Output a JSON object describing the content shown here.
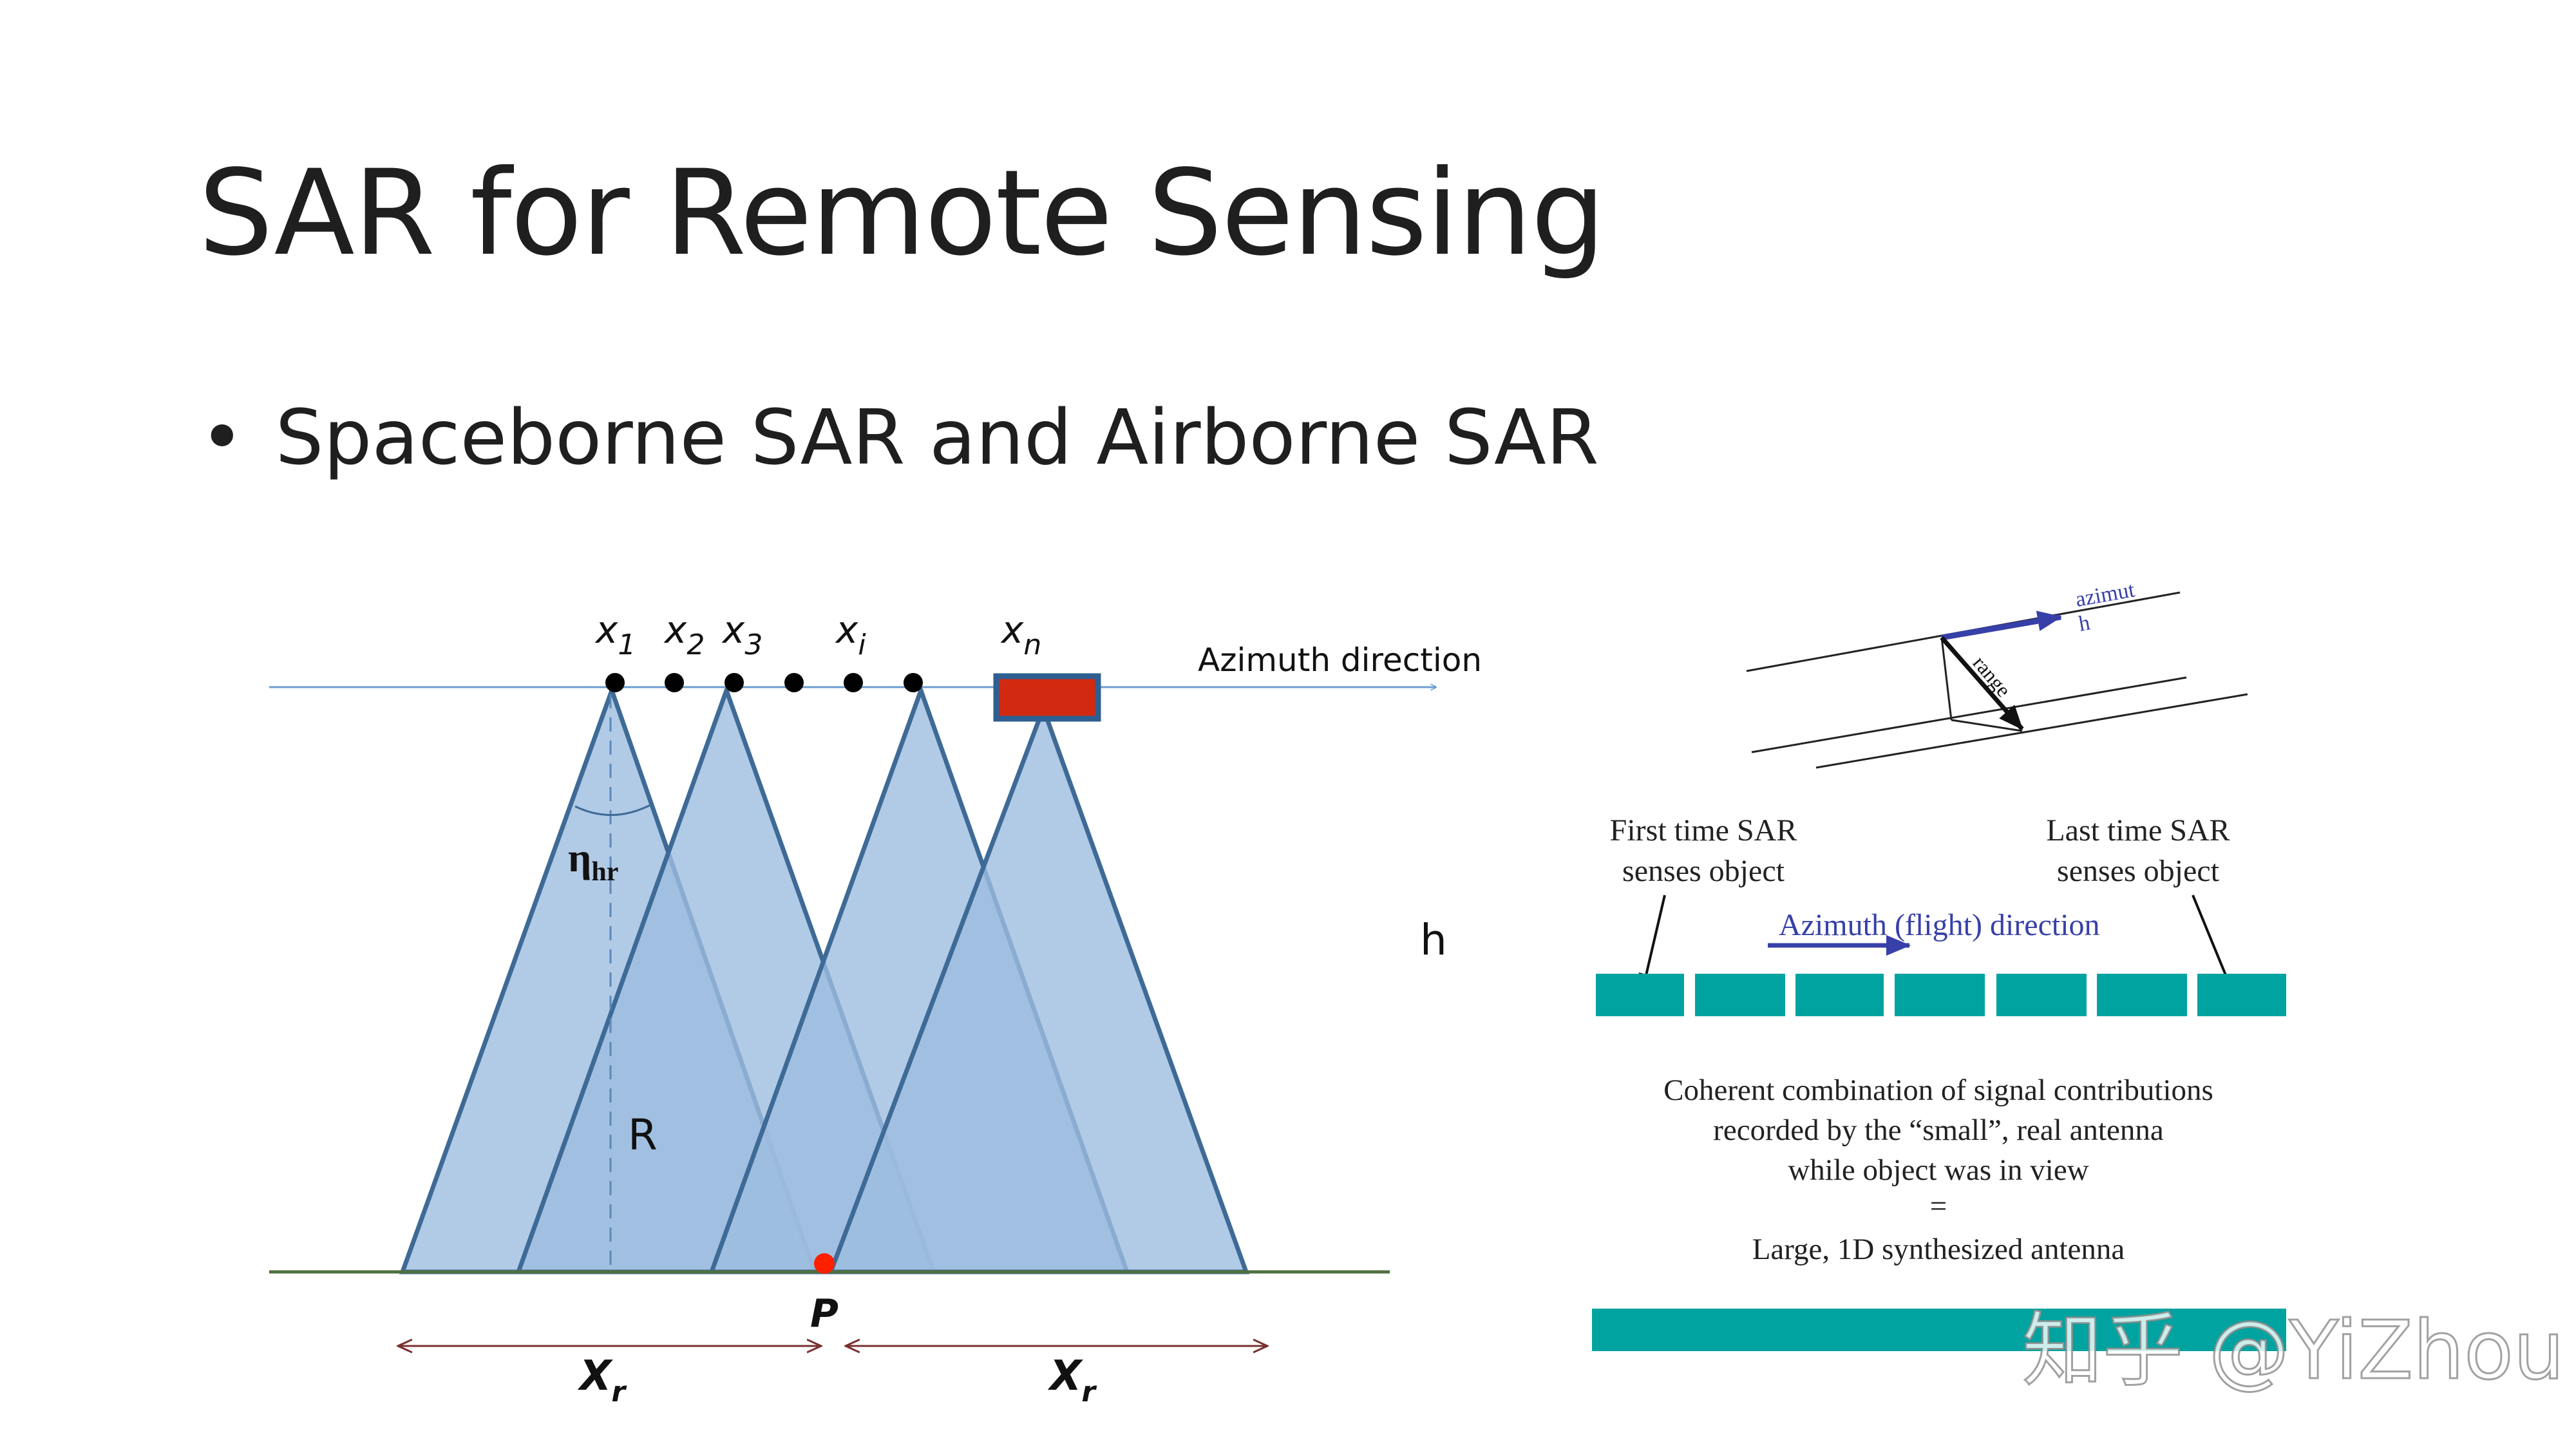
{
  "title": "SAR for Remote Sensing",
  "bullet": "Spaceborne SAR and Airborne SAR",
  "left_diagram": {
    "positions": [
      "x",
      "x",
      "x",
      "x",
      "x"
    ],
    "position_subscripts": [
      "1",
      "2",
      "3",
      "i",
      "n"
    ],
    "azimuth_label": "Azimuth direction",
    "eta_symbol": "η",
    "eta_subscript": "hr",
    "range_label": "R",
    "target_label": "P",
    "footprint_symbol": "X",
    "footprint_subscript": "r",
    "height_label": "h"
  },
  "right_diagram": {
    "azimuth_label": "azimut",
    "azimuth_label_2": "h",
    "range_label": "range",
    "first_time_line1": "First time SAR",
    "first_time_line2": "senses object",
    "last_time_line1": "Last time SAR",
    "last_time_line2": "senses object",
    "flight_direction": "Azimuth (flight) direction",
    "desc_line1": "Coherent combination of signal contributions",
    "desc_line2": "recorded by the “small”, real antenna",
    "desc_line3": "while object was in view",
    "desc_line4": "=",
    "desc_line5": "Large, 1D synthesized antenna"
  },
  "watermark": "知乎 @YiZhou",
  "colors": {
    "beam_fill": "#9dbde0",
    "beam_stroke": "#3e6a96",
    "antenna_fill": "#d22a10",
    "antenna_stroke": "#2f5f91",
    "teal": "#00a3a0",
    "arrow_blue": "#3740a8",
    "ground": "#4f6f3f",
    "axis": "#6c9ed0"
  }
}
